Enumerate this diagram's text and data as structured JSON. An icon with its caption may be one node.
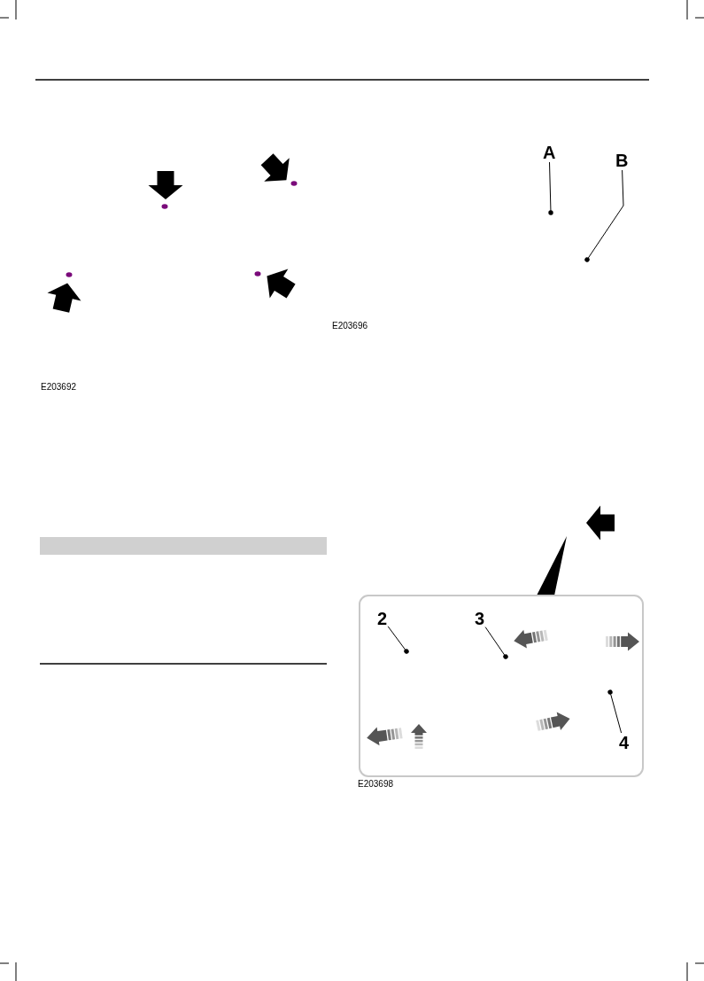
{
  "diagram": {
    "nodes": [
      {
        "text": [
          "A"
        ]
      },
      {
        "text": [
          "B"
        ]
      },
      {
        "text": [],
        "shape": "box"
      },
      {
        "text": [
          "2"
        ],
        "in": 2
      },
      {
        "text": [
          "3"
        ],
        "in": 2
      },
      {
        "text": [
          "4"
        ],
        "in": 2
      }
    ],
    "edges": [
      {
        "from": 0,
        "to": null,
        "arrow": "other"
      },
      {
        "from": 1,
        "to": null,
        "arrow": "other"
      },
      {
        "from": 3,
        "to": null,
        "arrow": "other"
      },
      {
        "from": 4,
        "to": null,
        "arrow": "other"
      },
      {
        "from": 5,
        "to": null,
        "arrow": "other"
      }
    ],
    "labels": [
      "E203692",
      "E203696",
      "E203698"
    ]
  }
}
